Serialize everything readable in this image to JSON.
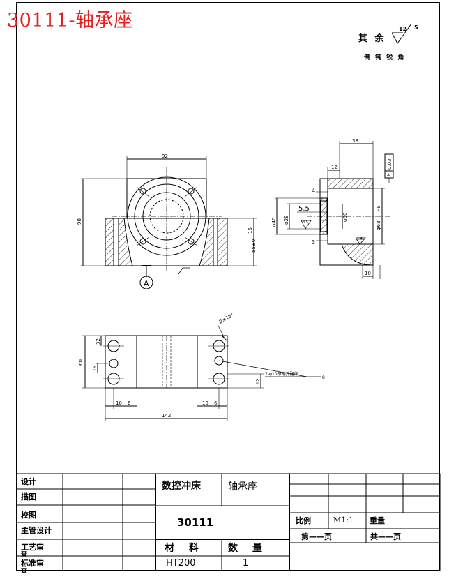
{
  "drawing": {
    "title": "30111-轴承座",
    "surface_note": {
      "label": "其 余",
      "roughness_value": "12",
      "roughness_exp": "5",
      "note": "倒 钝 锐 角"
    },
    "dimensions": {
      "top_width": "92",
      "height_left": "98",
      "height_right": "15",
      "center_height": "55±0",
      "side_width": "38",
      "side_12": "12",
      "side_4": "4",
      "side_3": "3",
      "dia_40": "φ40",
      "dia_28": "φ28",
      "len_55": "5.5",
      "dia_50": "φ50",
      "dia_68": "φ68",
      "tol_f": "H8",
      "tol_val": "0.03",
      "datum": "A",
      "rough_35": "3.5",
      "rough_16": "1.6",
      "side_10": "10",
      "chamfer": "2×15°",
      "hole_note": "2-φ10锥销孔配作",
      "hole_8": "8",
      "plan_32": "32",
      "plan_60": "60",
      "plan_16": "16",
      "plan_12": "12",
      "plan_10a": "10",
      "plan_6a": "6",
      "plan_10b": "10",
      "plan_6b": "6",
      "plan_142": "142",
      "datum_circle": "A"
    }
  },
  "title_block": {
    "design": "设计",
    "trace": "描图",
    "check": "校图",
    "chief": "主管设计",
    "process": "工艺审",
    "process2": "查",
    "standard": "标准审",
    "standard2": "查",
    "dept": "数控冲床",
    "part_name": "轴承座",
    "drawing_no": "30111",
    "scale_label": "比例",
    "scale_value": "M1:1",
    "weight_label": "重量",
    "sheet": "第——页",
    "total": "共——页",
    "material_label": "材 料",
    "material_value": "HT200",
    "qty_label": "数 量",
    "qty_value": "1"
  }
}
